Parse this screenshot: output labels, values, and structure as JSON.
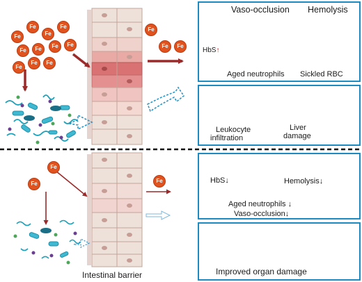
{
  "top": {
    "vaso_occlusion": "Vaso-occlusion",
    "hemolysis": "Hemolysis",
    "hbs": "HbS",
    "hbs_arrow": "↑",
    "aged_neutrophils": "Aged neutrophils",
    "sickled_rbc": "Sickled RBC",
    "leukocyte": "Leukocyte",
    "infiltration": "infiltration",
    "liver": "Liver",
    "damage": "damage"
  },
  "bottom": {
    "hbs": "HbS",
    "hbs_arrow": "↓",
    "hemolysis": "Hemolysis",
    "hemolysis_arrow": "↓",
    "aged_neutrophils": "Aged neutrophils",
    "aged_arrow": "↓",
    "vaso_occlusion": "Vaso-occlusion",
    "vaso_arrow": "↓",
    "improved": "Improved organ damage"
  },
  "barrier_label": "Intestinal barrier",
  "iron_symbol": "Fe",
  "colors": {
    "accent_blue": "#1d8ac2",
    "iron": "#e0531f",
    "vessel_wall": "#b3282d",
    "arrow": "#9b2a2a",
    "rbc": "#c8202a",
    "neutrophil": "#c9a0c9"
  }
}
